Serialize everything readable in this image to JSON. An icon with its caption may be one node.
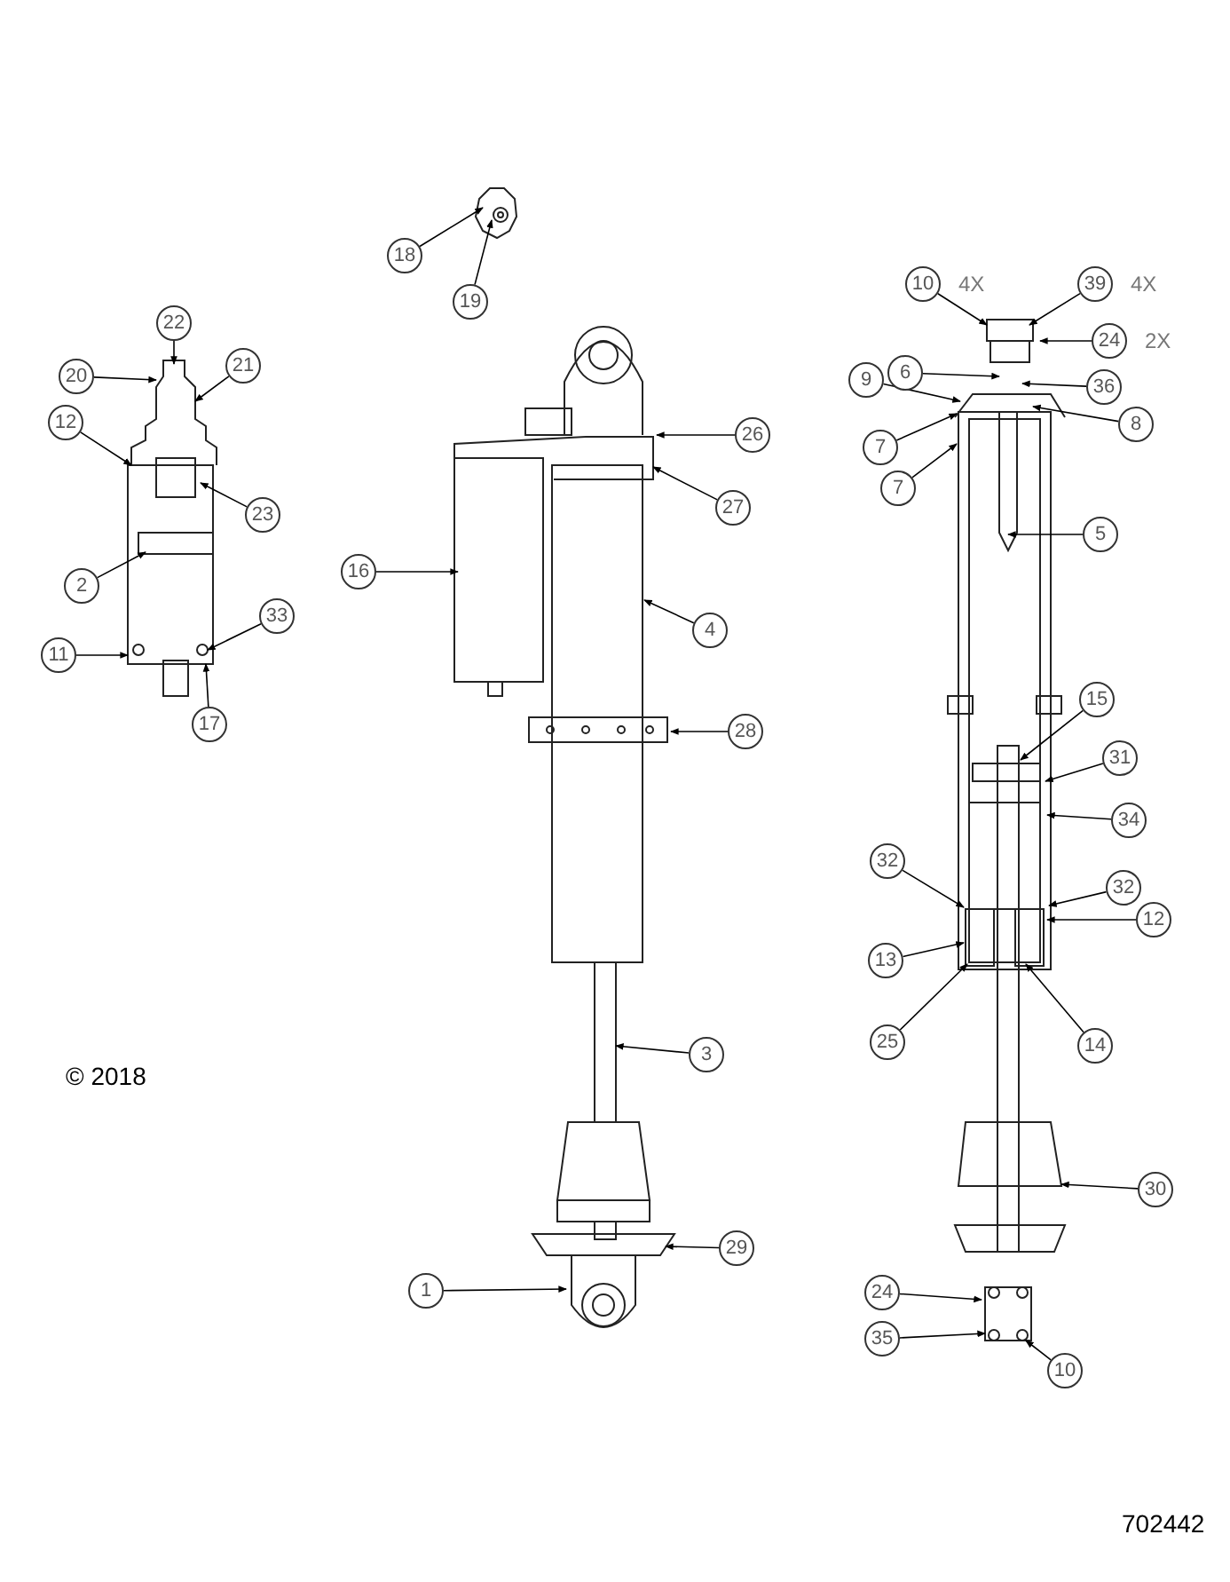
{
  "diagram": {
    "nodes": [
      {
        "text": [
          "22"
        ]
      },
      {
        "text": [
          "20"
        ]
      },
      {
        "text": [
          "21"
        ]
      },
      {
        "text": [
          "12"
        ]
      },
      {
        "text": [
          "23"
        ]
      },
      {
        "text": [
          "2"
        ]
      },
      {
        "text": [
          "11"
        ]
      },
      {
        "text": [
          "33"
        ]
      },
      {
        "text": [
          "17"
        ]
      },
      {
        "text": [
          "18"
        ]
      },
      {
        "text": [
          "19"
        ]
      },
      {
        "text": [
          "26"
        ]
      },
      {
        "text": [
          "27"
        ]
      },
      {
        "text": [
          "16"
        ]
      },
      {
        "text": [
          "4"
        ]
      },
      {
        "text": [
          "28"
        ]
      },
      {
        "text": [
          "3"
        ]
      },
      {
        "text": [
          "29"
        ]
      },
      {
        "text": [
          "1"
        ]
      },
      {
        "text": [
          "10"
        ],
        "beside": [
          "4X"
        ]
      },
      {
        "text": [
          "39"
        ],
        "beside": [
          "4X"
        ]
      },
      {
        "text": [
          "24"
        ],
        "beside": [
          "2X"
        ]
      },
      {
        "text": [
          "6"
        ]
      },
      {
        "text": [
          "36"
        ]
      },
      {
        "text": [
          "9"
        ]
      },
      {
        "text": [
          "8"
        ]
      },
      {
        "text": [
          "7"
        ]
      },
      {
        "text": [
          "7"
        ]
      },
      {
        "text": [
          "5"
        ]
      },
      {
        "text": [
          "15"
        ]
      },
      {
        "text": [
          "31"
        ]
      },
      {
        "text": [
          "34"
        ]
      },
      {
        "text": [
          "32"
        ]
      },
      {
        "text": [
          "32"
        ]
      },
      {
        "text": [
          "12"
        ]
      },
      {
        "text": [
          "13"
        ]
      },
      {
        "text": [
          "25"
        ]
      },
      {
        "text": [
          "14"
        ]
      },
      {
        "text": [
          "30"
        ]
      },
      {
        "text": [
          "24"
        ]
      },
      {
        "text": [
          "35"
        ]
      },
      {
        "text": [
          "10"
        ]
      },
      {
        "text": [],
        "shape": "picture"
      },
      {
        "text": [],
        "shape": "picture"
      },
      {
        "text": [],
        "shape": "picture"
      },
      {
        "text": [],
        "shape": "picture"
      }
    ],
    "edges": [
      {
        "from": 0,
        "to": 42,
        "arrow": "to"
      },
      {
        "from": 1,
        "to": 42,
        "arrow": "to"
      },
      {
        "from": 2,
        "to": 42,
        "arrow": "to"
      },
      {
        "from": 3,
        "to": 42,
        "arrow": "to"
      },
      {
        "from": 4,
        "to": 42,
        "arrow": "to"
      },
      {
        "from": 5,
        "to": 42,
        "arrow": "to"
      },
      {
        "from": 6,
        "to": 42,
        "arrow": "to"
      },
      {
        "from": 7,
        "to": 42,
        "arrow": "to"
      },
      {
        "from": 8,
        "to": 42,
        "arrow": "to"
      },
      {
        "from": 9,
        "to": 43,
        "arrow": "to"
      },
      {
        "from": 10,
        "to": 43,
        "arrow": "to"
      },
      {
        "from": 11,
        "to": 44,
        "arrow": "to"
      },
      {
        "from": 12,
        "to": 44,
        "arrow": "to"
      },
      {
        "from": 13,
        "to": 44,
        "arrow": "to"
      },
      {
        "from": 14,
        "to": 44,
        "arrow": "to"
      },
      {
        "from": 15,
        "to": 44,
        "arrow": "to"
      },
      {
        "from": 16,
        "to": 44,
        "arrow": "to"
      },
      {
        "from": 17,
        "to": 44,
        "arrow": "to"
      },
      {
        "from": 18,
        "to": 44,
        "arrow": "to"
      },
      {
        "from": 19,
        "to": 45,
        "arrow": "to"
      },
      {
        "from": 20,
        "to": 45,
        "arrow": "to"
      },
      {
        "from": 21,
        "to": 45,
        "arrow": "to"
      },
      {
        "from": 22,
        "to": 45,
        "arrow": "to"
      },
      {
        "from": 23,
        "to": 45,
        "arrow": "to"
      },
      {
        "from": 24,
        "to": 45,
        "arrow": "to"
      },
      {
        "from": 25,
        "to": 45,
        "arrow": "to"
      },
      {
        "from": 26,
        "to": 45,
        "arrow": "to"
      },
      {
        "from": 27,
        "to": 45,
        "arrow": "to"
      },
      {
        "from": 28,
        "to": 45,
        "arrow": "to"
      },
      {
        "from": 29,
        "to": 45,
        "arrow": "to"
      },
      {
        "from": 30,
        "to": 45,
        "arrow": "to"
      },
      {
        "from": 31,
        "to": 45,
        "arrow": "to"
      },
      {
        "from": 32,
        "to": 45,
        "arrow": "to"
      },
      {
        "from": 33,
        "to": 45,
        "arrow": "to"
      },
      {
        "from": 34,
        "to": 45,
        "arrow": "to"
      },
      {
        "from": 35,
        "to": 45,
        "arrow": "to"
      },
      {
        "from": 36,
        "to": 45,
        "arrow": "to"
      },
      {
        "from": 37,
        "to": 45,
        "arrow": "to"
      },
      {
        "from": 38,
        "to": 45,
        "arrow": "to"
      },
      {
        "from": 39,
        "to": 45,
        "arrow": "to"
      },
      {
        "from": 40,
        "to": 45,
        "arrow": "to"
      },
      {
        "from": 41,
        "to": 45,
        "arrow": "to"
      }
    ],
    "labels": [
      "© 2018",
      "702442"
    ]
  }
}
